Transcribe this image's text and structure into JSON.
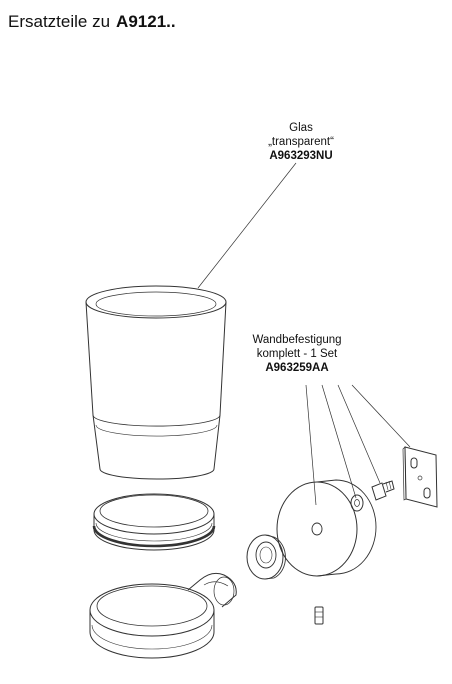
{
  "header": {
    "prefix": "Ersatzteile zu",
    "model": "A9121.."
  },
  "parts": {
    "glass": {
      "line1": "Glas",
      "line2": "„transparent“",
      "part_number": "A963293NU"
    },
    "wall_mount": {
      "line1": "Wandbefestigung",
      "line2": "komplett  - 1 Set",
      "part_number": "A963259AA"
    }
  },
  "colors": {
    "line": "#333333",
    "background": "#ffffff"
  }
}
